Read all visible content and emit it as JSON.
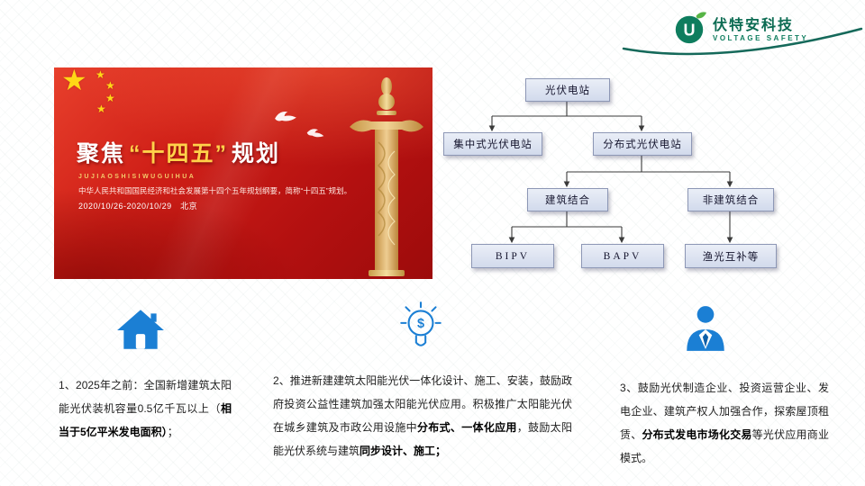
{
  "icons": {
    "star": "★",
    "dollar": "$",
    "logo_letter": "U"
  },
  "logo": {
    "name": "伏特安科技",
    "subtitle": "VOLTAGE SAFETY"
  },
  "banner": {
    "title_focus": "聚焦",
    "title_quote": "“十四五”",
    "title_end": "规划",
    "pinyin": "JUJIAOSHISIWUGUIHUA",
    "desc": "中华人民共和国国民经济和社会发展第十四个五年规划纲要，简称“十四五”规划。",
    "date": "2020/10/26-2020/10/29　北京"
  },
  "flowchart": {
    "root": "光伏电站",
    "centralized": "集中式光伏电站",
    "distributed": "分布式光伏电站",
    "building": "建筑结合",
    "non_building": "非建筑结合",
    "bipv": "BIPV",
    "bapv": "BAPV",
    "fishery": "渔光互补等"
  },
  "points": {
    "p1": {
      "s1": "1、2025年之前：全国新增建筑太阳能光伏装机容量0.5亿千瓦以上（",
      "s2": "相当于5亿平米发电面积）",
      "s3": "；"
    },
    "p2": {
      "s1": "2、推进新建建筑太阳能光伏一体化设计、施工、安装，鼓励政府投资公益性建筑加强太阳能光伏应用。积极推广太阳能光伏在城乡建筑及市政公用设施中",
      "s2": "分布式、一体化应用",
      "s3": "，鼓励太阳能光伏系统与建筑",
      "s4": "同步设计、施工；"
    },
    "p3": {
      "s1": "3、鼓励光伏制造企业、投资运营企业、发电企业、建筑产权人加强合作，探索屋顶租赁、",
      "s2": "分布式发电市场化交易",
      "s3": "等光伏应用商业模式。"
    }
  }
}
